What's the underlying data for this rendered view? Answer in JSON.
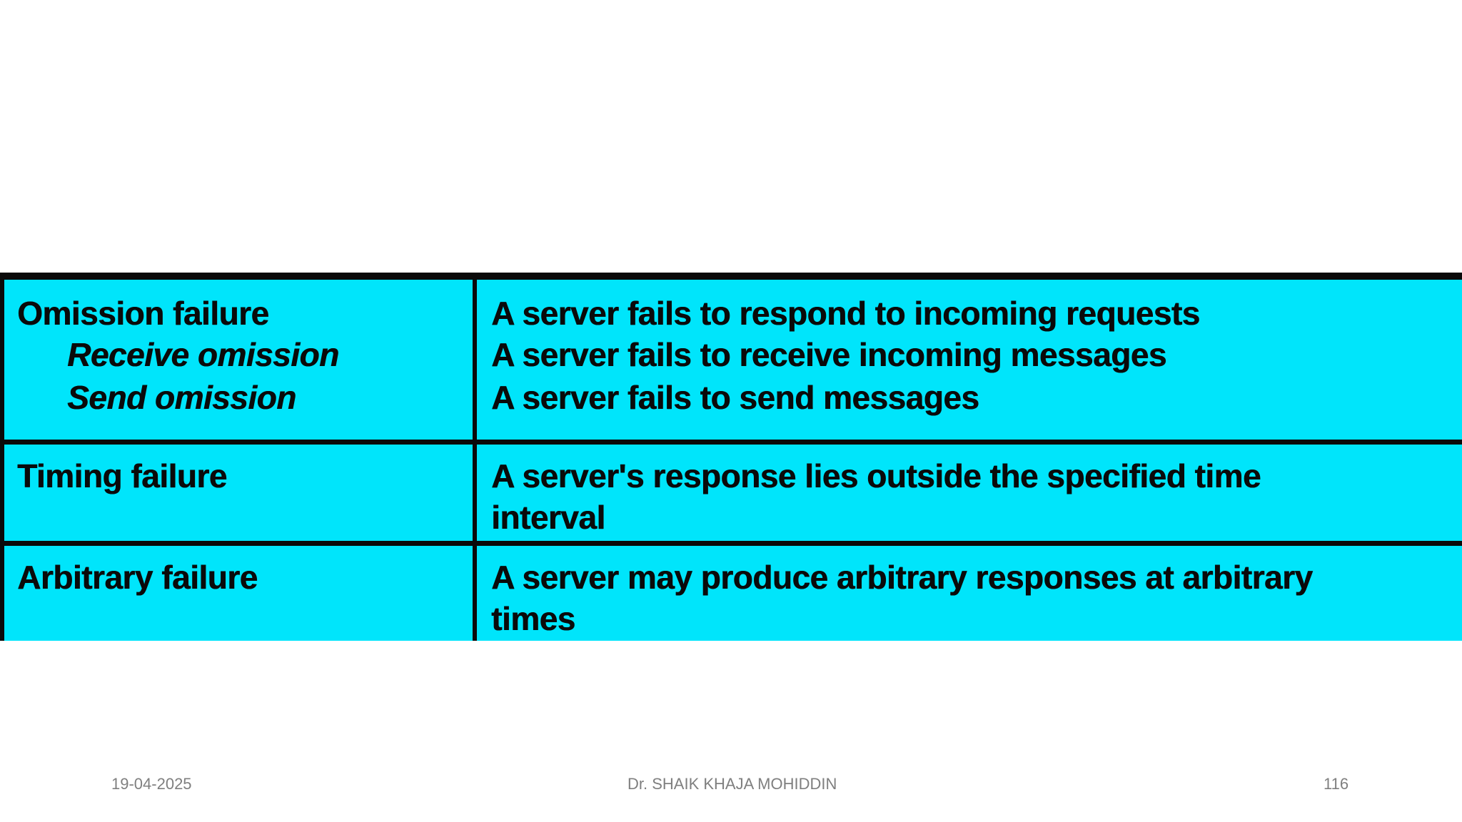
{
  "table": {
    "rows": [
      {
        "left": [
          "Omission failure",
          "Receive omission",
          "Send omission"
        ],
        "right": [
          "A server fails to respond to incoming requests",
          "A server fails to receive incoming messages",
          "A server fails to send messages"
        ]
      },
      {
        "left": [
          "Timing failure"
        ],
        "right": [
          "A server's response lies outside the specified time",
          "interval"
        ]
      },
      {
        "left": [
          "Arbitrary failure"
        ],
        "right": [
          "A server may produce arbitrary responses at arbitrary",
          "times"
        ]
      }
    ]
  },
  "footer": {
    "date": "19-04-2025",
    "author": "Dr. SHAIK KHAJA MOHIDDIN",
    "page": "116"
  },
  "colors": {
    "table_background": "#00e5fb",
    "border": "#0a0a0a",
    "footer_text": "#7f7f7f"
  }
}
